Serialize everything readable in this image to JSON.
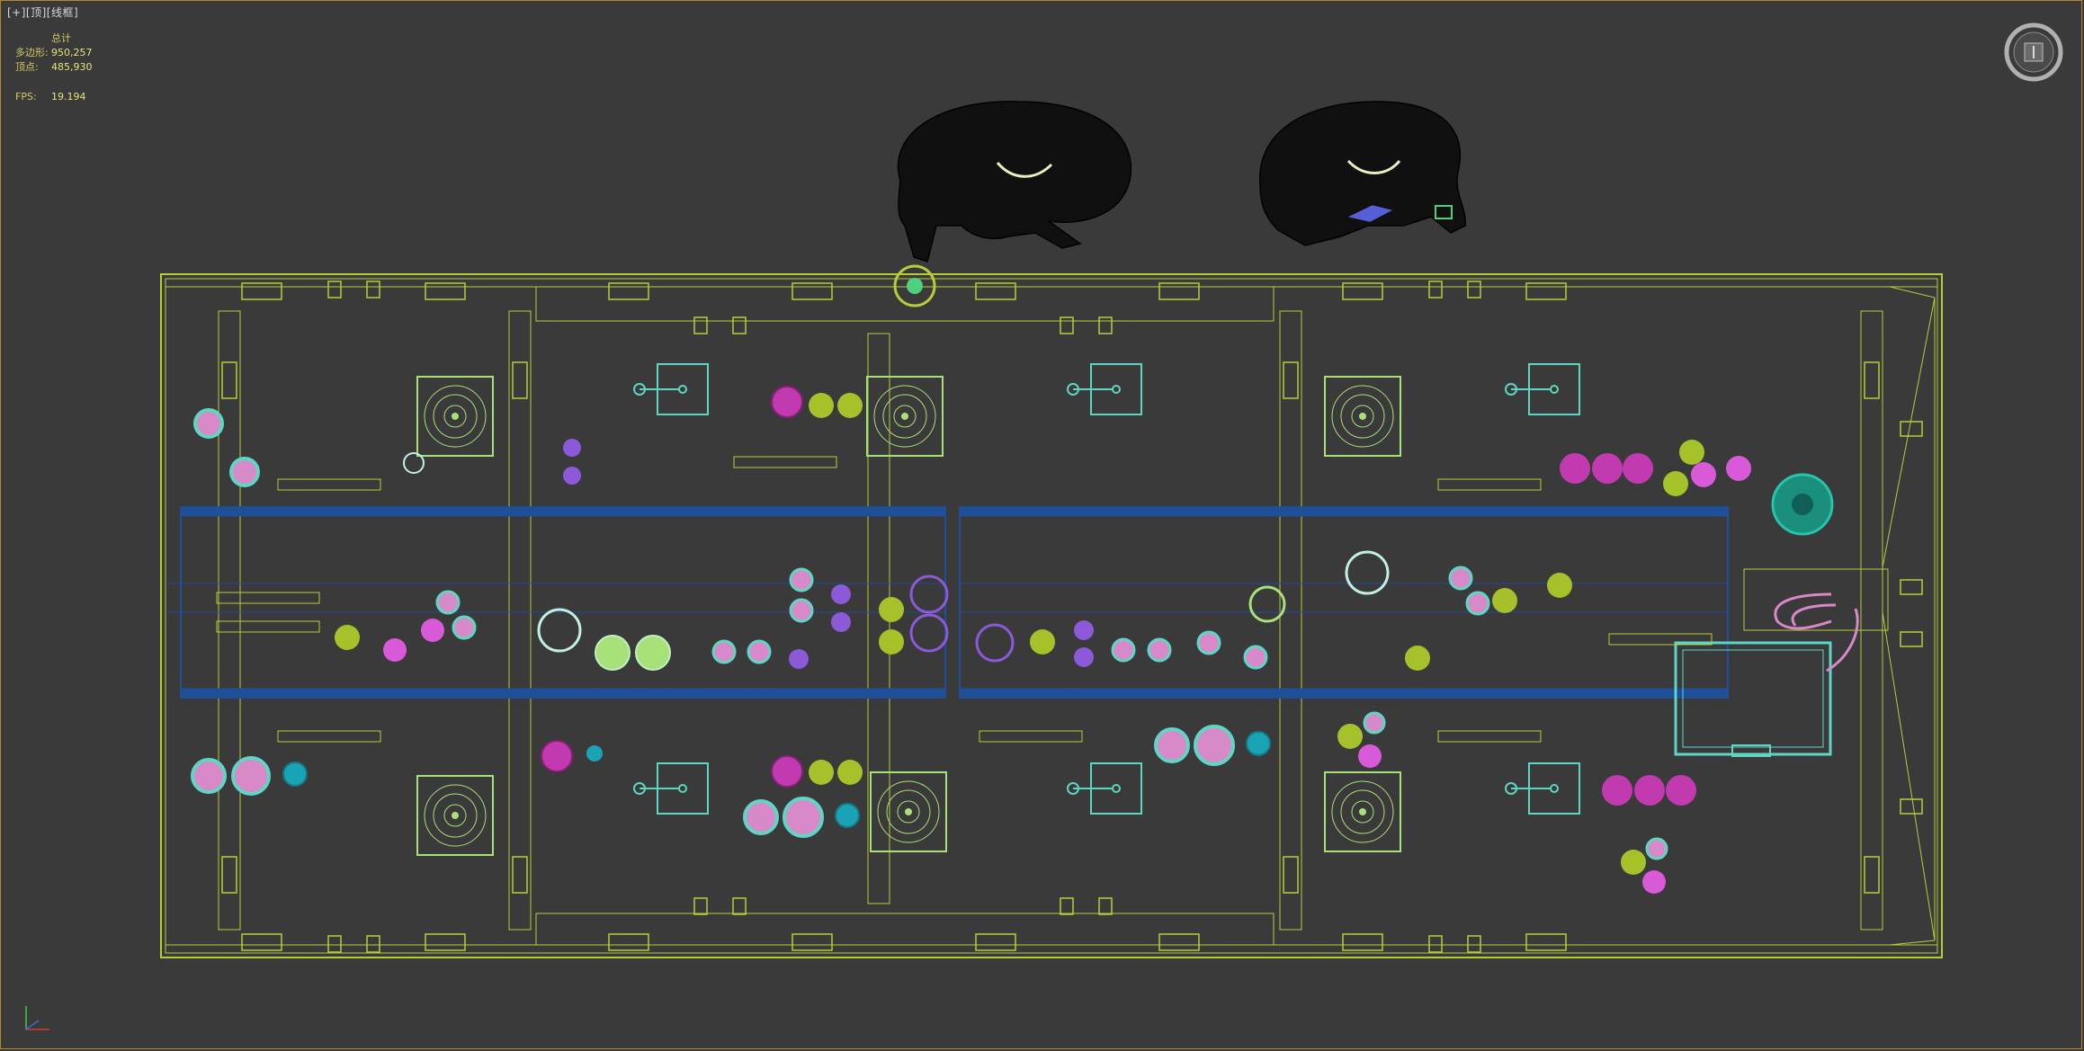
{
  "viewport": {
    "label_parts": [
      "[+]",
      "[顶]",
      "[线框]"
    ],
    "stats": {
      "title": "总计",
      "polygons_label": "多边形:",
      "polygons_value": "950,257",
      "vertices_label": "顶点:",
      "vertices_value": "485,930",
      "fps_label": "FPS:",
      "fps_value": "19.194"
    }
  },
  "colors": {
    "background": "#3a3a3a",
    "frame_outline": "#b8cc3a",
    "blue_band": "#1f4f96",
    "cyan": "#5fd6c4",
    "magenta": "#c23ab0",
    "lime": "#a6c22a",
    "violet": "#8c5ad8",
    "teal": "#1aa3b5",
    "pink": "#d88ac8",
    "figure_mesh": "#101010"
  },
  "icons": {
    "viewcube": "viewcube-icon",
    "axis_gizmo": "axis-gizmo-icon"
  }
}
